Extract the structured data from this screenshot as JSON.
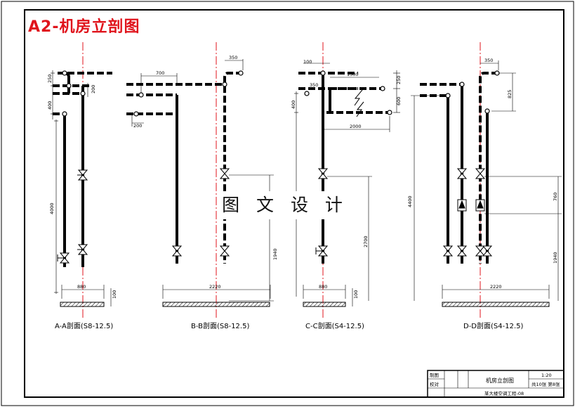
{
  "title": "A2-机房立剖图",
  "watermark": "图 文 设 计",
  "sections": [
    {
      "caption": "A-A剖面(S8-12.5)",
      "dims": {
        "top_vertical": [
          "250",
          "400"
        ],
        "top_horizontal": "200",
        "height": "4000",
        "base_width": "880",
        "base_height": "100"
      }
    },
    {
      "caption": "B-B剖面(S8-12.5)",
      "dims": {
        "top_horizontal": "700",
        "small": "200",
        "base_width": "2220",
        "vertical": "1940"
      }
    },
    {
      "caption": "C-C剖面(S4-12.5)",
      "dims": {
        "top_left": "100",
        "top_span": "1500",
        "offset": "350",
        "top_vertical": [
          "400",
          "250",
          "600"
        ],
        "span": "2000",
        "height": "2700",
        "base_width": "880",
        "base_height": "100"
      }
    },
    {
      "caption": "D-D剖面(S4-12.5)",
      "dims": {
        "top_horizontal": "350",
        "riser": "825",
        "height": "4400",
        "mid": "760",
        "vertical": "1940",
        "base_width": "2220"
      }
    }
  ],
  "title_block": {
    "drawing_name": "机房立剖图",
    "scale": "1:20",
    "sheet_info": "共10张 第8张",
    "project": "某大楼空调工程-08",
    "row_labels": [
      "制图",
      "校对"
    ]
  }
}
